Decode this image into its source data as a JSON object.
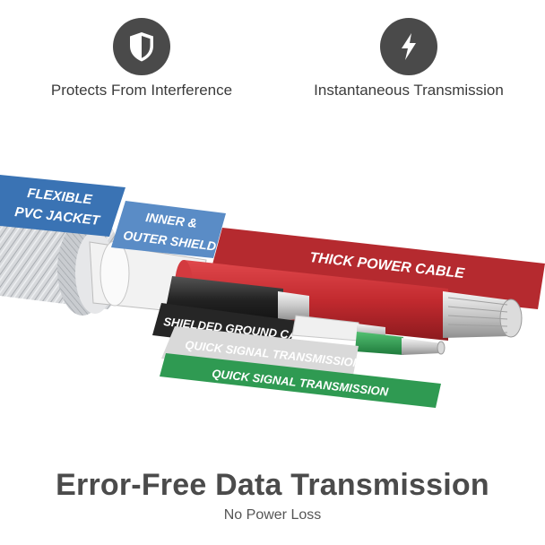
{
  "colors": {
    "icon_bg": "#4a4a4a",
    "jacket_band": "#3a73b4",
    "shield_band": "#5a8cc6",
    "power_band": "#b52a2f",
    "ground_band": "#262626",
    "signal_band_white": "#d9d9d9",
    "signal_band_green": "#2f9a52",
    "headline_text": "#4b4b4b"
  },
  "features": [
    {
      "icon": "shield-icon",
      "label": "Protects From Interference"
    },
    {
      "icon": "lightning-bolt-icon",
      "label": "Instantaneous Transmission"
    }
  ],
  "layers": {
    "jacket": {
      "line1": "FLEXIBLE",
      "line2": "PVC JACKET"
    },
    "shield": {
      "line1": "INNER &",
      "line2": "OUTER SHIELD"
    },
    "power": {
      "label": "THICK POWER CABLE"
    },
    "ground": {
      "label": "SHIELDED GROUND CABLE"
    },
    "signal_white": {
      "label": "QUICK SIGNAL TRANSMISSION"
    },
    "signal_green": {
      "label": "QUICK SIGNAL TRANSMISSION"
    }
  },
  "headline": "Error-Free Data Transmission",
  "subline": "No Power Loss"
}
